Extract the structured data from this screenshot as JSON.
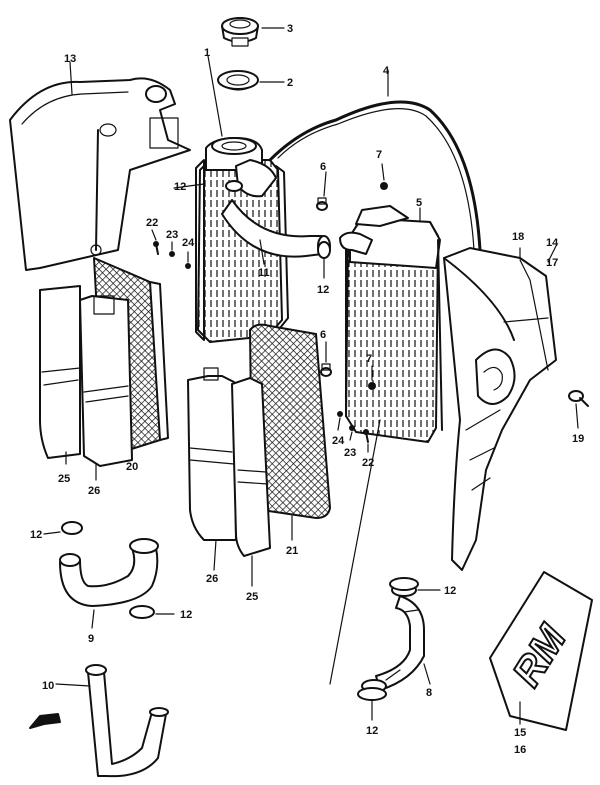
{
  "diagram": {
    "colors": {
      "ink": "#111111",
      "paper": "#ffffff"
    },
    "logo": {
      "text": "RM"
    },
    "callouts": {
      "c1": "1",
      "c2": "2",
      "c3": "3",
      "c4": "4",
      "c5": "5",
      "c6a": "6",
      "c6b": "6",
      "c7a": "7",
      "c7b": "7",
      "c8": "8",
      "c9": "9",
      "c10": "10",
      "c11": "11",
      "c12a": "12",
      "c12b": "12",
      "c12c": "12",
      "c12d": "12",
      "c12e": "12",
      "c12f": "12",
      "c13": "13",
      "c14": "14",
      "c15": "15",
      "c16": "16",
      "c17": "17",
      "c18": "18",
      "c19": "19",
      "c20": "20",
      "c21": "21",
      "c22a": "22",
      "c22b": "22",
      "c23a": "23",
      "c23b": "23",
      "c24a": "24",
      "c24b": "24",
      "c25a": "25",
      "c25b": "25",
      "c26a": "26",
      "c26b": "26"
    }
  }
}
